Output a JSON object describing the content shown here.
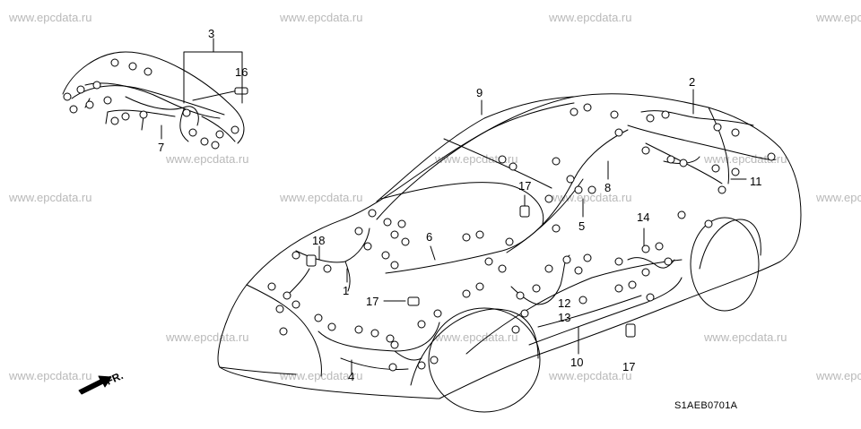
{
  "watermark": "www.epcdata.ru",
  "diagram_code": "S1AEB0701A",
  "direction_label": "FR.",
  "callouts": {
    "c1": "1",
    "c2": "2",
    "c3": "3",
    "c4": "4",
    "c5": "5",
    "c6": "6",
    "c7": "7",
    "c8": "8",
    "c9": "9",
    "c10": "10",
    "c11": "11",
    "c12": "12",
    "c13": "13",
    "c14": "14",
    "c16": "16",
    "c17a": "17",
    "c17b": "17",
    "c17c": "17",
    "c18": "18"
  }
}
